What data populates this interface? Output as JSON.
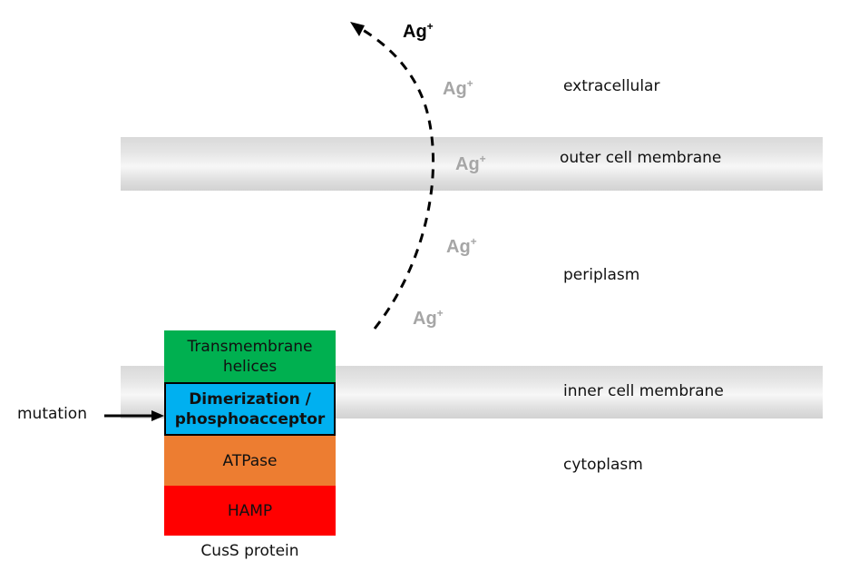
{
  "regions": {
    "extracellular": "extracellular",
    "outer_membrane": "outer cell membrane",
    "periplasm": "periplasm",
    "inner_membrane": "inner cell membrane",
    "cytoplasm": "cytoplasm"
  },
  "ions": {
    "exported": {
      "symbol": "Ag",
      "charge": "+"
    },
    "transit": [
      {
        "symbol": "Ag",
        "charge": "+"
      },
      {
        "symbol": "Ag",
        "charge": "+"
      },
      {
        "symbol": "Ag",
        "charge": "+"
      },
      {
        "symbol": "Ag",
        "charge": "+"
      }
    ]
  },
  "protein": {
    "name": "CusS protein",
    "domains": [
      {
        "label": "Transmembrane helices",
        "color": "#00b050"
      },
      {
        "label": "Dimerization / phosphoacceptor",
        "color": "#00b0f0"
      },
      {
        "label": "ATPase",
        "color": "#ed7d31"
      },
      {
        "label": "HAMP",
        "color": "#ff0000"
      }
    ]
  },
  "annotation": {
    "mutation": "mutation",
    "target_domain": "Dimerization / phosphoacceptor"
  }
}
